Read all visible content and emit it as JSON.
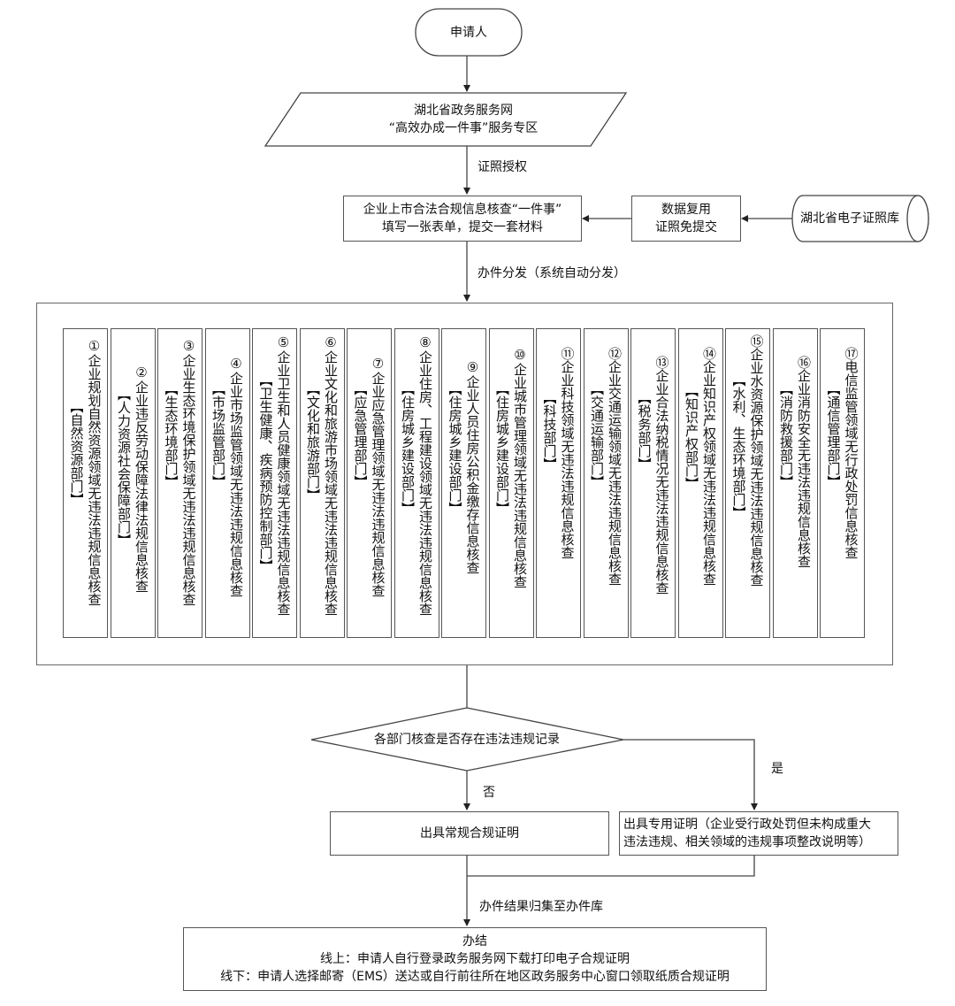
{
  "start": {
    "label": "申请人"
  },
  "portal": {
    "line1": "湖北省政务服务网",
    "line2": "“高效办成一件事”服务专区"
  },
  "edge_auth": "证照授权",
  "form": {
    "line1": "企业上市合法合规信息核查“一件事”",
    "line2": "填写一张表单，提交一套材料"
  },
  "reuse": {
    "line1": "数据复用",
    "line2": "证照免提交"
  },
  "library": {
    "label": "湖北省电子证照库"
  },
  "edge_dispatch": "办件分发（系统自动分发）",
  "departments": [
    {
      "num": "①",
      "check": "企业规划自然资源领域无违法违规信息核查",
      "dept": "【自然资源部门】"
    },
    {
      "num": "②",
      "check": "企业违反劳动保障法律法规信息核查",
      "dept": "【人力资源社会保障部门】"
    },
    {
      "num": "③",
      "check": "企业生态环境保护领域无违法违规信息核查",
      "dept": "【生态环境部门】"
    },
    {
      "num": "④",
      "check": "企业市场监管领域无违法违规信息核查",
      "dept": "【市场监管部门】"
    },
    {
      "num": "⑤",
      "check": "企业卫生和人员健康领域无违法违规信息核查",
      "dept": "【卫生健康、疾病预防控制部门】"
    },
    {
      "num": "⑥",
      "check": "企业文化和旅游市场领域无违法违规信息核查",
      "dept": "【文化和旅游部门】"
    },
    {
      "num": "⑦",
      "check": "企业应急管理领域无违法违规信息核查",
      "dept": "【应急管理部门】"
    },
    {
      "num": "⑧",
      "check": "企业住房、工程建设领域无违法违规信息核查",
      "dept": "【住房城乡建设部门】"
    },
    {
      "num": "⑨",
      "check": "企业人员住房公积金缴存信息核查",
      "dept": "【住房城乡建设部门】"
    },
    {
      "num": "⑩",
      "check": "企业城市管理领域无违法违规信息核查",
      "dept": "【住房城乡建设部门】"
    },
    {
      "num": "⑪",
      "check": "企业科技领域无违法违规信息核查",
      "dept": "【科技部门】"
    },
    {
      "num": "⑫",
      "check": "企业交通运输领域无违法违规信息核查",
      "dept": "【交通运输部门】"
    },
    {
      "num": "⑬",
      "check": "企业合法纳税情况无违法违规信息核查",
      "dept": "【税务部门】"
    },
    {
      "num": "⑭",
      "check": "企业知识产权领域无违法违规信息核查",
      "dept": "【知识产权部门】"
    },
    {
      "num": "⑮",
      "check": "企业水资源保护领域无违法违规信息核查",
      "dept": "【水利、生态环境部门】"
    },
    {
      "num": "⑯",
      "check": "企业消防安全无违法违规信息核查",
      "dept": "【消防救援部门】"
    },
    {
      "num": "⑰",
      "check": "电信监管领域无行政处罚信息核查",
      "dept": "【通信管理部门】"
    }
  ],
  "decision": {
    "label": "各部门核查是否存在违法违规记录",
    "yes": "是",
    "no": "否"
  },
  "normal_cert": {
    "label": "出具常规合规证明"
  },
  "special_cert": {
    "line1": "出具专用证明（企业受行政处罚但未构成重大",
    "line2": "违法违规、相关领域的违规事项整改说明等）"
  },
  "edge_collect": "办件结果归集至办件库",
  "finish": {
    "title": "办结",
    "online": "线上：申请人自行登录政务服务网下载打印电子合规证明",
    "offline": "线下：申请人选择邮寄（EMS）送达或自行前往所在地区政务服务中心窗口领取纸质合规证明"
  }
}
